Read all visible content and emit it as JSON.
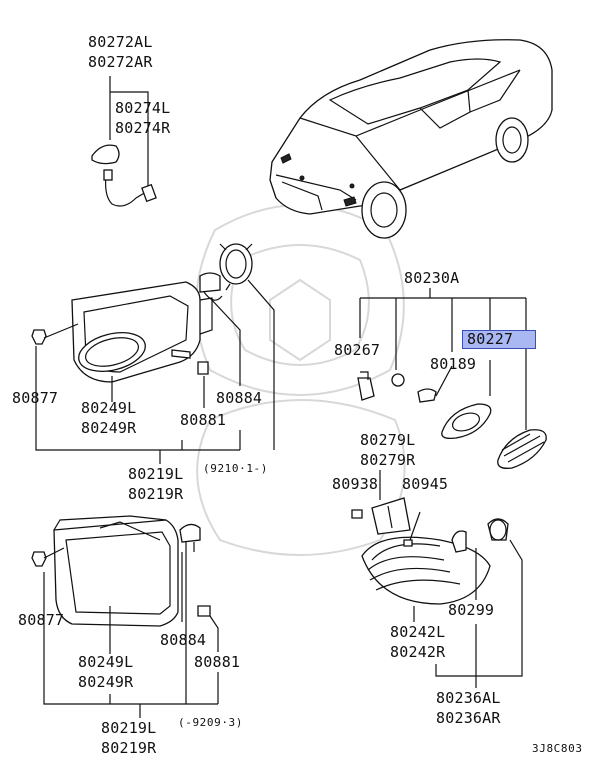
{
  "labels": {
    "p80272": "80272AL",
    "p80272r": "80272AR",
    "p80274": "80274L",
    "p80274r": "80274R",
    "p80230a": "80230A",
    "p80267": "80267",
    "p80227": "80227",
    "p80189": "80189",
    "p80877a": "80877",
    "p80249a": "80249L",
    "p80249ar": "80249R",
    "p80881a": "80881",
    "p80884a": "80884",
    "p80219a": "80219L",
    "p80219ar": "80219R",
    "date_a": "(9210·1-)",
    "p80279": "80279L",
    "p80279r": "80279R",
    "p80938": "80938",
    "p80945": "80945",
    "p80877b": "80877",
    "p80884b": "80884",
    "p80881b": "80881",
    "p80249b": "80249L",
    "p80249br": "80249R",
    "p80219b": "80219L",
    "p80219br": "80219R",
    "date_b": "(-9209·3)",
    "p80299": "80299",
    "p80242": "80242L",
    "p80242r": "80242R",
    "p80236": "80236AL",
    "p80236r": "80236AR",
    "diagram_code": "3J8C803"
  },
  "colors": {
    "highlight_fill": "#a9b8f2",
    "highlight_border": "#3a50b8",
    "line": "#111111"
  },
  "highlighted_part": "80227"
}
